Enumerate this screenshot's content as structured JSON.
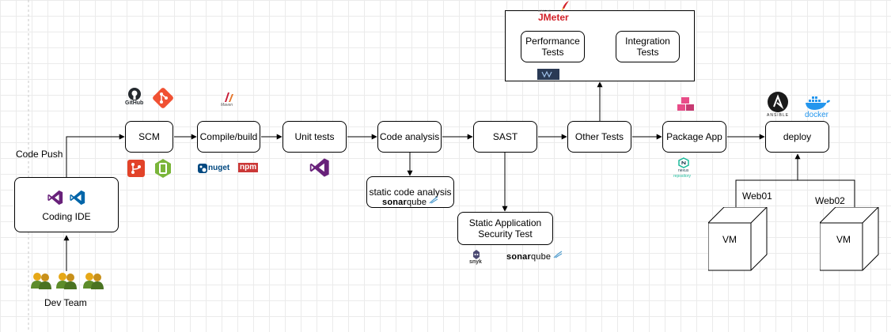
{
  "nodes": {
    "coding_ide": "Coding IDE",
    "scm": "SCM",
    "compile": "Compile/build",
    "unit_tests": "Unit tests",
    "code_analysis": "Code analysis",
    "sast": "SAST",
    "other_tests": "Other Tests",
    "package_app": "Package App",
    "deploy": "deploy",
    "performance_tests": "Performance Tests",
    "integration_tests": "Integration Tests",
    "static_code_analysis": "static code analysis",
    "static_app_security_test": "Static Application Security Test"
  },
  "labels": {
    "code_push": "Code Push",
    "dev_team": "Dev Team",
    "web01": "Web01",
    "web02": "Web02",
    "vm1": "VM",
    "vm2": "VM"
  },
  "logos": {
    "github": "GitHub",
    "maven": "Maven",
    "nuget": "nuget",
    "npm": "npm",
    "sonarqube_a": {
      "dark": "sonar",
      "light": "qube"
    },
    "sonarqube_b": {
      "dark": "sonar",
      "light": "qube"
    },
    "snyk": "snyk",
    "jmeter": "JMeter",
    "apache": "APACHE",
    "ansible": "ANSIBLE",
    "docker": "docker",
    "nexus": "nexus",
    "repository": "repository"
  },
  "icons": [
    "github-icon",
    "git-icon",
    "maven-icon",
    "git-branch-icon",
    "nuget-icon",
    "npm-icon",
    "visual-studio-icon",
    "vscode-icon",
    "sonarqube-icon",
    "snyk-icon",
    "jmeter-icon",
    "postman-icon",
    "package-icon",
    "nexus-icon",
    "ansible-icon",
    "docker-icon",
    "cube-icon",
    "team-member-icon"
  ],
  "colors": {
    "github_dark": "#24292e",
    "git_red": "#f05133",
    "maven_red": "#c71a36",
    "nuget_blue": "#004880",
    "npm_red": "#cb3837",
    "visual_studio_purple": "#68217a",
    "vscode_blue": "#0065a9",
    "jmeter_red": "#d22128",
    "docker_blue": "#2496ed",
    "package_pink": "#e84c88",
    "nexus_green": "#1bb99a",
    "sonar_cyan": "#4e9bcd",
    "team_yellow": "#e6a817",
    "team_green": "#5d8c2a"
  }
}
